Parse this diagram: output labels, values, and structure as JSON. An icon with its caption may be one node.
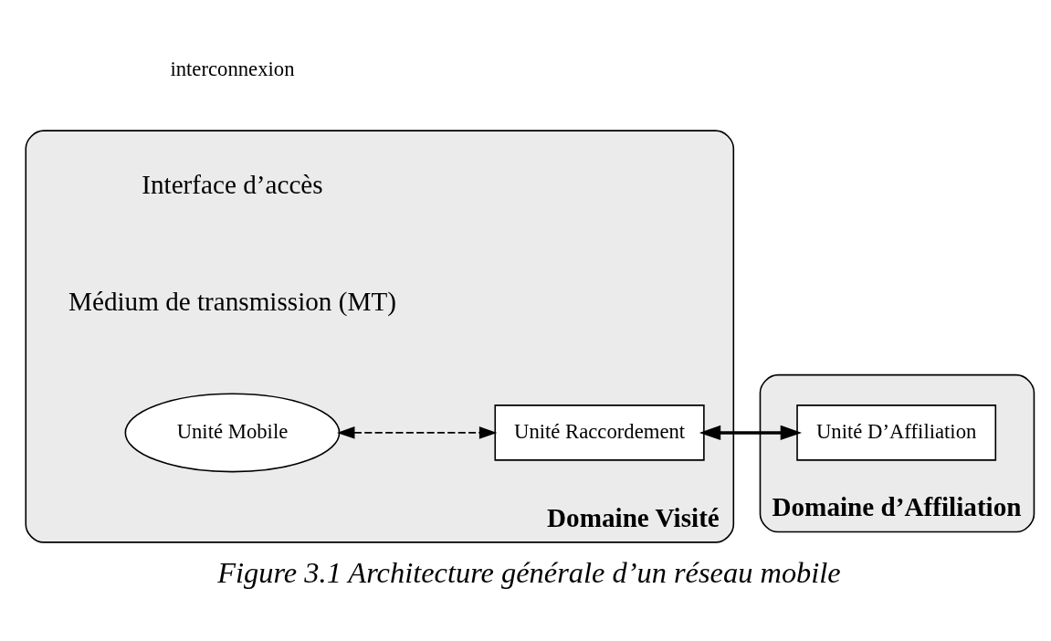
{
  "diagram": {
    "caption": "Figure 3.1 Architecture générale d’un réseau mobile",
    "nodes": [
      {
        "text": [
          "Domaine Visité"
        ]
      },
      {
        "text": [
          "Unité Mobile"
        ],
        "in": 0
      },
      {
        "text": [
          "Unité Raccordement"
        ],
        "in": 0
      },
      {
        "text": [
          "Domaine d’Affiliation"
        ]
      },
      {
        "text": [
          "Unité D’Affiliation"
        ],
        "in": 3
      }
    ],
    "edges": [
      {
        "from": 1,
        "to": 2,
        "arrow": "both",
        "style": "dashed"
      },
      {
        "from": 2,
        "to": 4,
        "arrow": "both",
        "style": "thick"
      }
    ],
    "labels": [
      "Interface d’accès",
      "interconnexion",
      "Médium de transmission (MT)"
    ]
  }
}
